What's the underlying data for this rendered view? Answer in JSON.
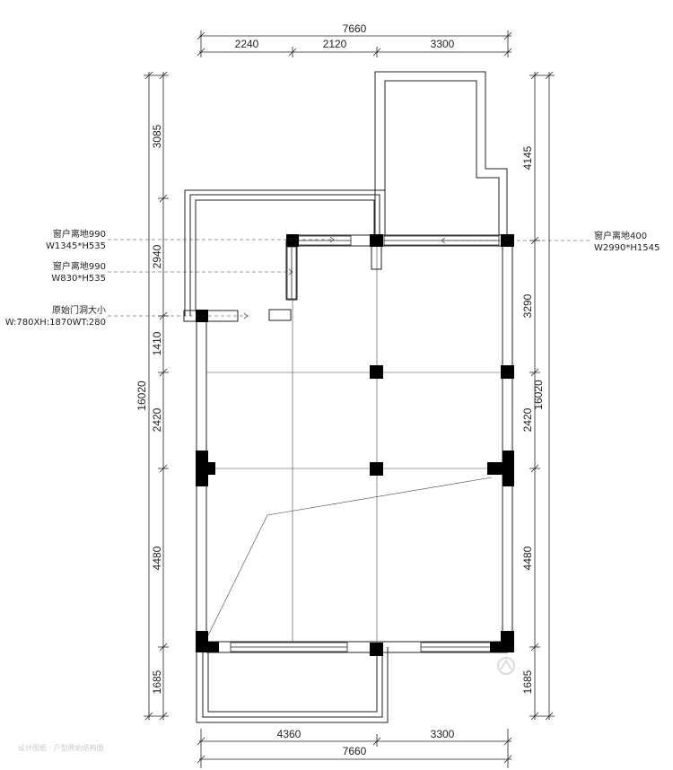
{
  "dimensions": {
    "top_total": "7660",
    "top_segments": [
      "2240",
      "2120",
      "3300"
    ],
    "bottom_total": "7660",
    "bottom_segments": [
      "4360",
      "3300"
    ],
    "left_total": "16020",
    "left_segments": [
      "3085",
      "2940",
      "1410",
      "2420",
      "4480",
      "1685"
    ],
    "right_total": "16020",
    "right_segments": [
      "4145",
      "3290",
      "2420",
      "4480",
      "1685"
    ]
  },
  "annotations": {
    "window_left_1": {
      "line1": "窗户离地990",
      "line2": "W1345*H535"
    },
    "window_left_2": {
      "line1": "窗户离地990",
      "line2": "W830*H535"
    },
    "door_opening": {
      "line1": "原始门洞大小",
      "line2": "W:780XH:1870WT:280"
    },
    "window_right": {
      "line1": "窗户离地400",
      "line2": "W2990*H1545"
    }
  },
  "watermark": "设计图纸 · 户型原始结构图",
  "colors": {
    "line": "#222222",
    "column": "#000000",
    "background": "#ffffff"
  }
}
